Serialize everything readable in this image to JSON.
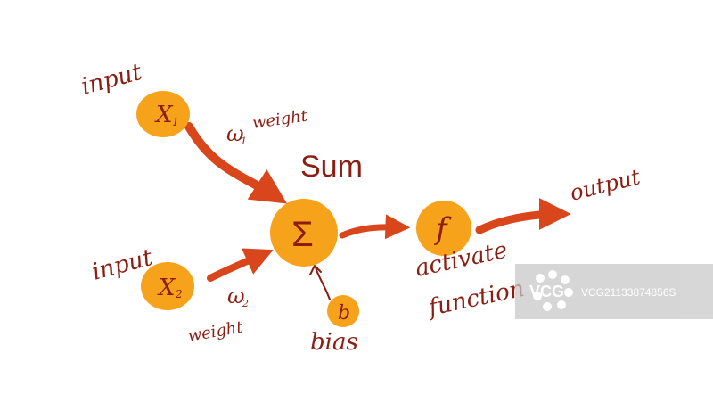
{
  "colors": {
    "node_fill": "#f7a21b",
    "node_fill_dark": "#f28c0f",
    "arrow": "#d9461b",
    "text": "#8c1d12",
    "watermark_bg": "#c7c7c7"
  },
  "labels": {
    "input_1": "input",
    "input_2": "input",
    "x1": "X",
    "x1_sub": "1",
    "x2": "X",
    "x2_sub": "2",
    "w1": "ω",
    "w1_sub": "1",
    "w2": "ω",
    "w2_sub": "2",
    "weight_1": "weight",
    "weight_2": "weight",
    "sum_title": "Sum",
    "sum_symbol": "Σ",
    "bias_symbol": "b",
    "bias": "bias",
    "f_symbol": "f",
    "activate": "activate",
    "function": "function",
    "output": "output"
  },
  "watermark": {
    "brand": "VCG",
    "code": "VCG21133874856S"
  },
  "icons": [
    "sigma-icon",
    "vcg-logo-icon"
  ]
}
